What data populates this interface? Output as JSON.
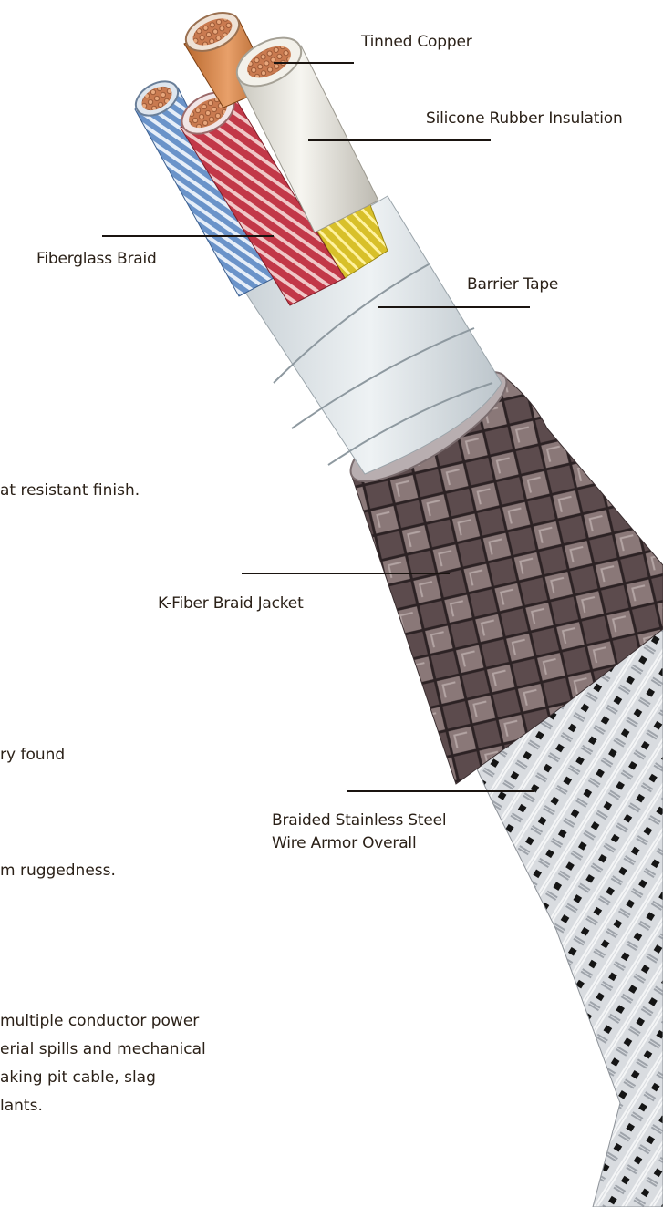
{
  "labels": {
    "tinned_copper": "Tinned Copper",
    "silicone_rubber": "Silicone Rubber Insulation",
    "fiberglass_braid": "Fiberglass Braid",
    "barrier_tape": "Barrier Tape",
    "kfiber_jacket": "K-Fiber Braid Jacket",
    "steel_armor_line1": "Braided Stainless Steel",
    "steel_armor_line2": "Wire Armor Overall"
  },
  "body_text": {
    "fragment_heat": "at resistant finish.",
    "fragment_found": "ry found",
    "fragment_rugged": "m ruggedness.",
    "fragment_p1": "multiple conductor power",
    "fragment_p2": "erial spills and mechanical",
    "fragment_p3": "aking pit cable, slag",
    "fragment_p4": "lants."
  },
  "colors": {
    "orange_conductor": "#c8763a",
    "white_conductor": "#e8e6de",
    "blue_conductor": "#6a93c9",
    "red_conductor": "#c23848",
    "yellow_braid": "#d8c02a",
    "kfiber": "#6e5c5e",
    "steel": "#b8bcc2"
  }
}
